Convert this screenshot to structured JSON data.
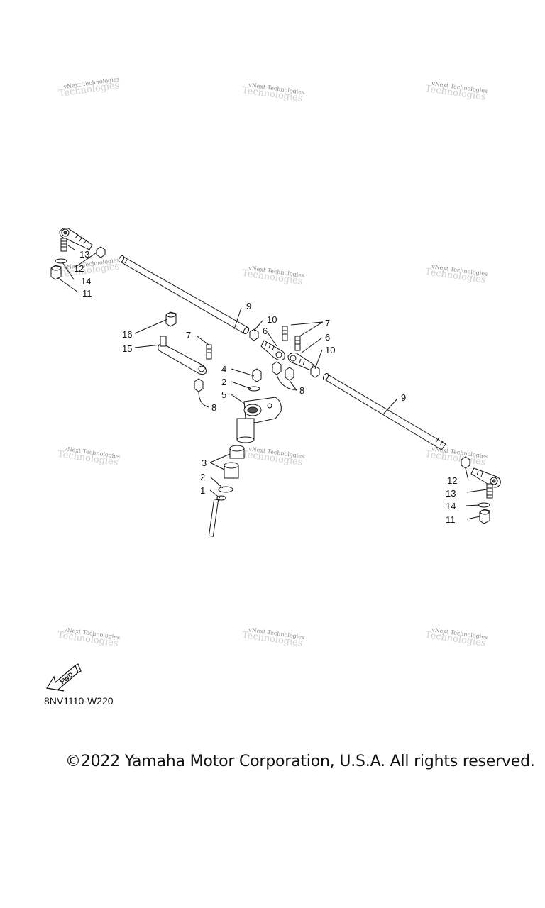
{
  "watermark": {
    "text": "vNext Technologies"
  },
  "callouts": {
    "c1": "1",
    "c2a": "2",
    "c2b": "2",
    "c3": "3",
    "c4": "4",
    "c5": "5",
    "c6a": "6",
    "c6b": "6",
    "c7a": "7",
    "c7b": "7",
    "c8a": "8",
    "c8b": "8",
    "c9a": "9",
    "c9b": "9",
    "c10a": "10",
    "c10b": "10",
    "c11a": "11",
    "c11b": "11",
    "c12a": "12",
    "c12b": "12",
    "c13a": "13",
    "c13b": "13",
    "c14a": "14",
    "c14b": "14",
    "c15": "15",
    "c16": "16"
  },
  "fwd_label": "FWD",
  "diagram_code": "8NV1110-W220",
  "copyright": "©2022 Yamaha Motor Corporation, U.S.A. All rights reserved."
}
